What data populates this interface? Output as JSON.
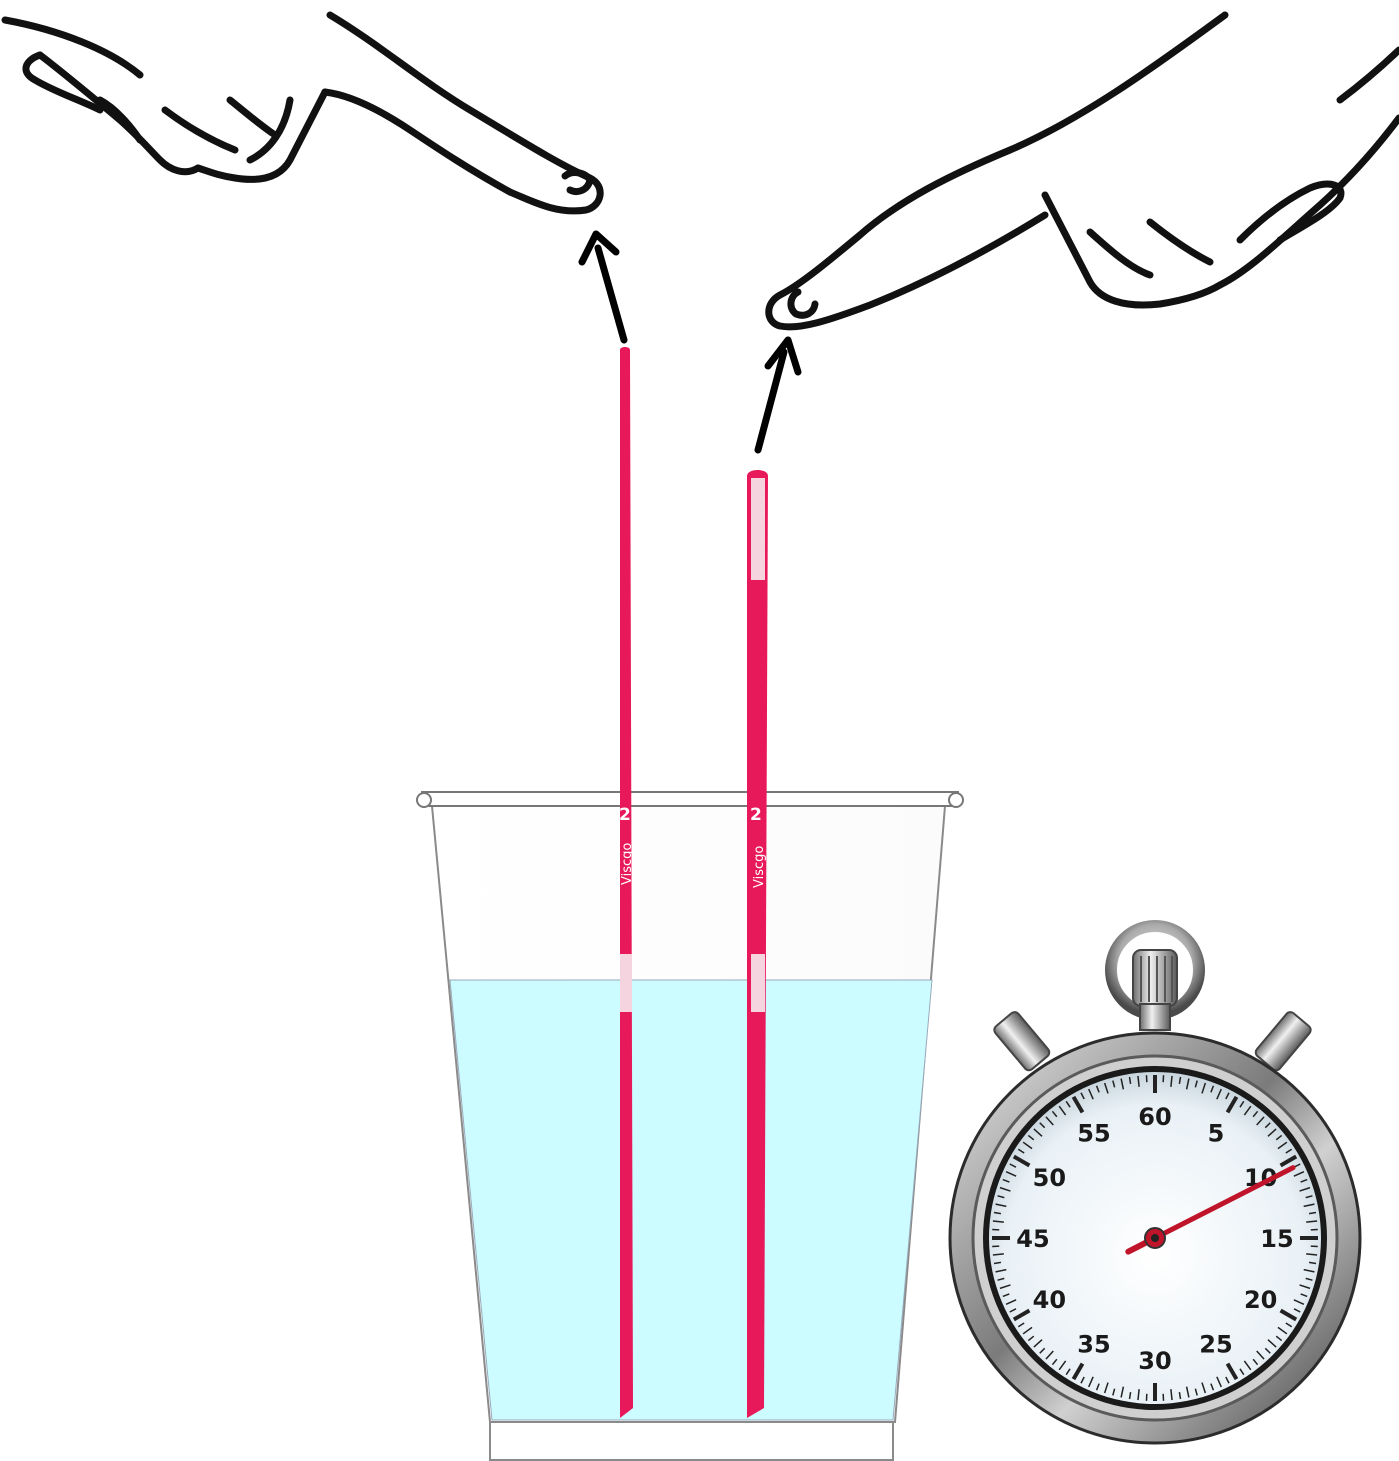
{
  "tubes": [
    {
      "number": "2",
      "brand": "Viscgo",
      "color": "#e8195a"
    },
    {
      "number": "2",
      "brand": "Viscgo",
      "color": "#e8195a"
    }
  ],
  "stopwatch": {
    "dial_labels": [
      "60",
      "5",
      "10",
      "15",
      "20",
      "25",
      "30",
      "35",
      "40",
      "45",
      "50",
      "55"
    ],
    "hand_seconds": 10.5,
    "hand_color": "#c0142a"
  },
  "water_color": "#ccfcff"
}
